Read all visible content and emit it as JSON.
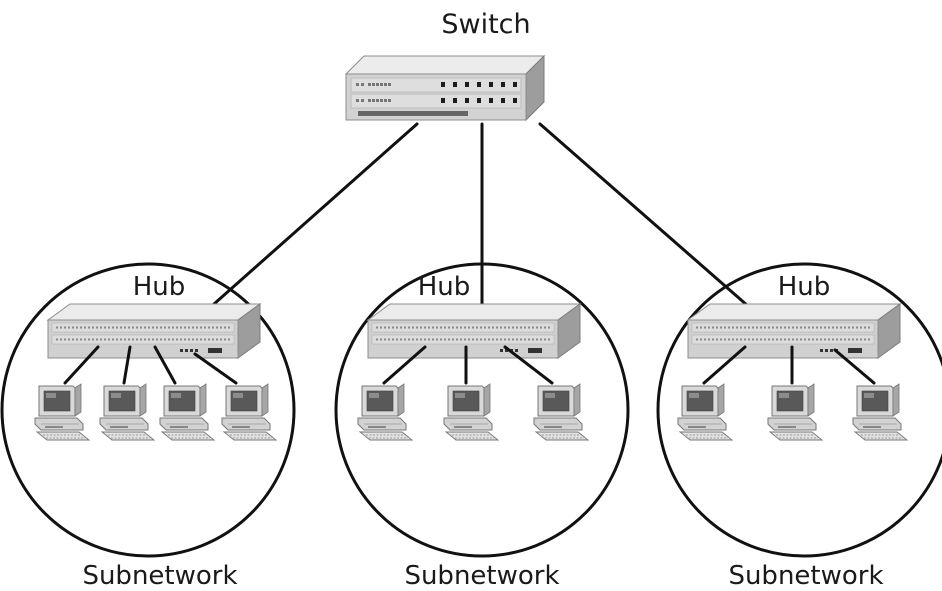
{
  "switch": {
    "label": "Switch",
    "icon": "network-switch-icon"
  },
  "subnetworks": [
    {
      "hub_label": "Hub",
      "caption": "Subnetwork",
      "computer_count": 4
    },
    {
      "hub_label": "Hub",
      "caption": "Subnetwork",
      "computer_count": 3
    },
    {
      "hub_label": "Hub",
      "caption": "Subnetwork",
      "computer_count": 3
    }
  ],
  "icons": {
    "hub": "network-hub-icon",
    "computer": "desktop-computer-icon"
  },
  "colors": {
    "line": "#111111",
    "device_top": "#e4e4e4",
    "device_front": "#c9c9c9",
    "device_side": "#9a9a9a",
    "screen": "#5a5a5a"
  }
}
